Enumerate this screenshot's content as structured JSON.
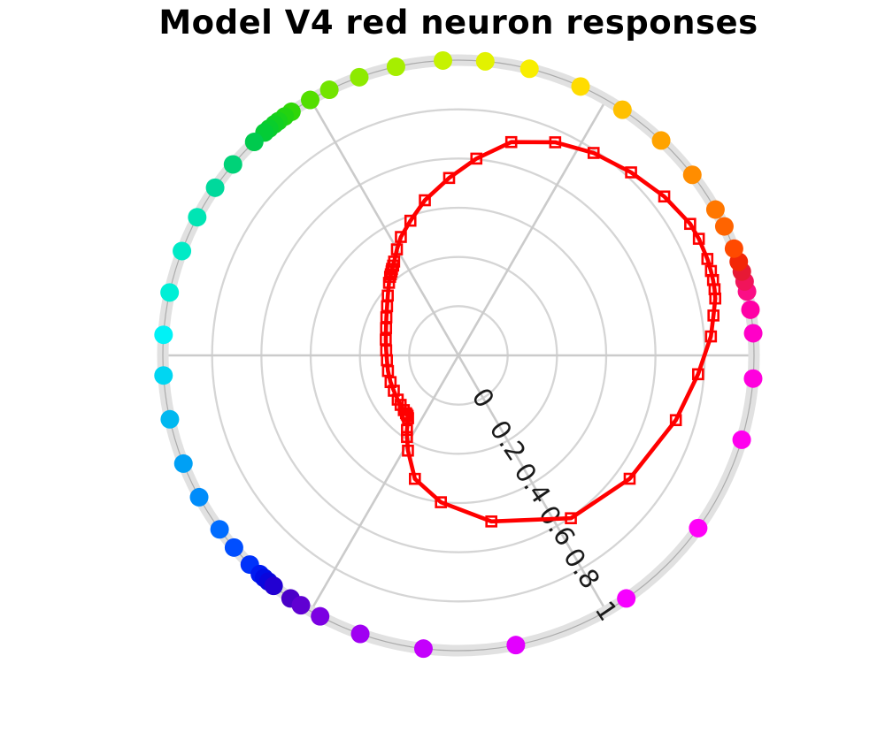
{
  "title": "Model V4 red neuron responses",
  "colors": {
    "curve": "#FF0000",
    "grid_circle": "#D5D5D5",
    "spoke": "#CBCBCB",
    "ring_band": "#E1E1E1",
    "ring_line": "#ABABAB",
    "tick_label": "#1A1A1A",
    "title": "#000000",
    "background": "#FFFFFF"
  },
  "chart_data": {
    "type": "polar-line",
    "title": "Model V4 red neuron responses",
    "r_axis": {
      "limits": [
        -0.2,
        1
      ],
      "tick_values": [
        0,
        0.2,
        0.4,
        0.6,
        0.8,
        1
      ],
      "tick_labels": [
        "0",
        "0.2",
        "0.4",
        "0.6",
        "0.8",
        "1"
      ],
      "tick_ray_angle_deg": -60,
      "tick_label_rotation_deg": 56,
      "grid": true
    },
    "theta_spokes_deg": [
      0,
      60,
      120,
      180,
      240,
      300
    ],
    "legend": "none",
    "series": [
      {
        "name": "V4 red neuron response vs stimulus hue",
        "color": "#FF0000",
        "marker": "square",
        "points": [
          [
            4.3,
            0.828
          ],
          [
            8.9,
            0.848
          ],
          [
            12.5,
            0.868
          ],
          [
            14.5,
            0.874
          ],
          [
            16.5,
            0.878
          ],
          [
            18.5,
            0.881
          ],
          [
            21.2,
            0.884
          ],
          [
            25.9,
            0.885
          ],
          [
            29.6,
            0.882
          ],
          [
            37.7,
            0.856
          ],
          [
            46.7,
            0.822
          ],
          [
            56.3,
            0.789
          ],
          [
            65.6,
            0.751
          ],
          [
            76.1,
            0.693
          ],
          [
            84.8,
            0.603
          ],
          [
            93,
            0.522
          ],
          [
            102.2,
            0.445
          ],
          [
            109.6,
            0.381
          ],
          [
            115.9,
            0.335
          ],
          [
            120.1,
            0.298
          ],
          [
            124.4,
            0.262
          ],
          [
            126,
            0.251
          ],
          [
            127.5,
            0.243
          ],
          [
            128.5,
            0.236
          ],
          [
            129.8,
            0.229
          ],
          [
            131,
            0.223
          ],
          [
            133.7,
            0.208
          ],
          [
            139.7,
            0.176
          ],
          [
            145.4,
            0.152
          ],
          [
            152.1,
            0.131
          ],
          [
            159.3,
            0.114
          ],
          [
            167.7,
            0.102
          ],
          [
            176,
            0.094
          ],
          [
            183.9,
            0.091
          ],
          [
            192.5,
            0.093
          ],
          [
            201.5,
            0.096
          ],
          [
            208.7,
            0.099
          ],
          [
            216.1,
            0.105
          ],
          [
            220.6,
            0.109
          ],
          [
            225.1,
            0.114
          ],
          [
            227.8,
            0.117
          ],
          [
            228.9,
            0.119
          ],
          [
            230,
            0.121
          ],
          [
            231.3,
            0.127
          ],
          [
            235.4,
            0.168
          ],
          [
            237.8,
            0.192
          ],
          [
            242.1,
            0.238
          ],
          [
            250.6,
            0.332
          ],
          [
            263.2,
            0.401
          ],
          [
            281.2,
            0.488
          ],
          [
            304.6,
            0.604
          ],
          [
            324.2,
            0.657
          ],
          [
            343.4,
            0.721
          ],
          [
            355.5,
            0.776
          ]
        ]
      }
    ],
    "hue_ring": {
      "radius": 1.0,
      "dots": [
        [
          4.3,
          "#FF00C8"
        ],
        [
          8.9,
          "#FF00A6"
        ],
        [
          12.5,
          "#FB0E86"
        ],
        [
          14.5,
          "#F1145A"
        ],
        [
          16.5,
          "#E71934"
        ],
        [
          18.5,
          "#F32707"
        ],
        [
          21.2,
          "#FF4A00"
        ],
        [
          25.9,
          "#FF6400"
        ],
        [
          29.6,
          "#FF7700"
        ],
        [
          37.7,
          "#FF8D00"
        ],
        [
          46.7,
          "#FFA300"
        ],
        [
          56.3,
          "#FFC000"
        ],
        [
          65.6,
          "#FFDC00"
        ],
        [
          76.1,
          "#F8EE00"
        ],
        [
          84.8,
          "#E2F200"
        ],
        [
          93,
          "#C6F200"
        ],
        [
          102.2,
          "#A6EE00"
        ],
        [
          109.6,
          "#8DEA00"
        ],
        [
          115.9,
          "#72E400"
        ],
        [
          120.1,
          "#53DE00"
        ],
        [
          124.4,
          "#30D607"
        ],
        [
          126,
          "#23D310"
        ],
        [
          127.5,
          "#19D11A"
        ],
        [
          128.5,
          "#11CF22"
        ],
        [
          129.8,
          "#09CD2C"
        ],
        [
          131,
          "#03CC36"
        ],
        [
          133.7,
          "#00CA4E"
        ],
        [
          139.7,
          "#00D278"
        ],
        [
          145.4,
          "#00D99C"
        ],
        [
          152.1,
          "#00E5B4"
        ],
        [
          159.3,
          "#00EAC6"
        ],
        [
          167.7,
          "#00EFD6"
        ],
        [
          176,
          "#00F2F6"
        ],
        [
          183.9,
          "#00D6F2"
        ],
        [
          192.5,
          "#00B8F0"
        ],
        [
          201.5,
          "#00A0F5"
        ],
        [
          208.7,
          "#008CFA"
        ],
        [
          216.1,
          "#006CFF"
        ],
        [
          220.6,
          "#004EFF"
        ],
        [
          225.1,
          "#0032FA"
        ],
        [
          227.8,
          "#001AF0"
        ],
        [
          228.9,
          "#000EE6"
        ],
        [
          230,
          "#0A06DC"
        ],
        [
          231.3,
          "#2200D2"
        ],
        [
          235.4,
          "#4A00C8"
        ],
        [
          237.8,
          "#6000D2"
        ],
        [
          242.1,
          "#7C00E2"
        ],
        [
          250.6,
          "#A000F2"
        ],
        [
          263.2,
          "#C400FC"
        ],
        [
          281.2,
          "#E300FF"
        ],
        [
          304.6,
          "#F600FF"
        ],
        [
          324.2,
          "#FF00F8"
        ],
        [
          343.4,
          "#FF00EE"
        ],
        [
          355.5,
          "#FF00DE"
        ]
      ]
    }
  }
}
